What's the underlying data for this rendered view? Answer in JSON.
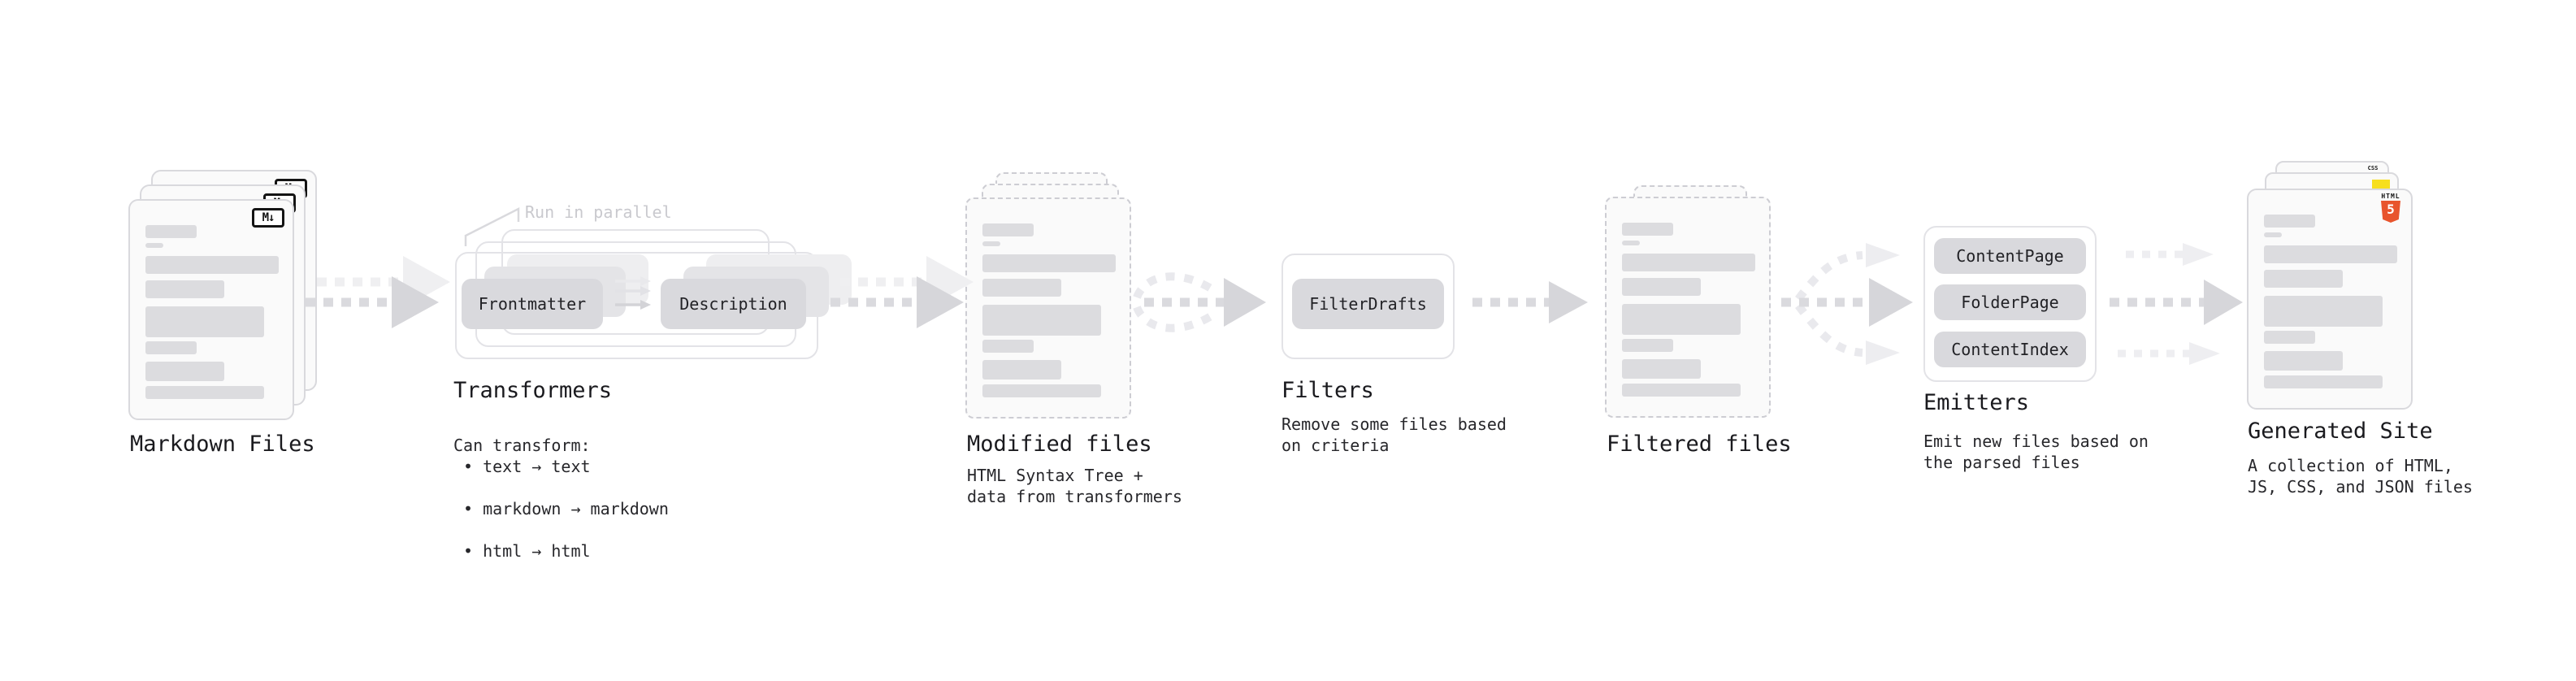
{
  "diagram": {
    "stages": {
      "markdown_files": {
        "label": "Markdown Files",
        "badge": "M↓"
      },
      "transformers": {
        "label": "Transformers",
        "annotation": "Run in parallel",
        "boxes": [
          "Frontmatter",
          "Description"
        ],
        "note_title": "Can transform:",
        "bullets": [
          "• text → text",
          "• markdown → markdown",
          "• html → html"
        ]
      },
      "modified_files": {
        "label": "Modified files",
        "note": "HTML Syntax Tree +\ndata from transformers"
      },
      "filters": {
        "label": "Filters",
        "boxes": [
          "FilterDrafts"
        ],
        "note": "Remove some files based\non criteria"
      },
      "filtered_files": {
        "label": "Filtered files"
      },
      "emitters": {
        "label": "Emitters",
        "boxes": [
          "ContentPage",
          "FolderPage",
          "ContentIndex"
        ],
        "note": "Emit new files based on\nthe parsed files"
      },
      "generated_site": {
        "label": "Generated Site",
        "note": "A collection of HTML,\nJS, CSS, and JSON files",
        "html5_badge_text": "HTML",
        "html5_badge_number": "5",
        "css_badge_text": "CSS"
      }
    },
    "colors": {
      "background": "#ffffff",
      "card_fill": "#fafafa",
      "card_border": "#d9d9dd",
      "dashed_border": "#cdcdd3",
      "skeleton_bar": "#dcdcdf",
      "box_fill": "#d9d9dd",
      "box_text": "#222226",
      "frame_border": "#e3e3e7",
      "arrow": "#d8d8dc",
      "arrow_ghost": "#efeff1",
      "annotation_text": "#c9c9ce",
      "label_text": "#1a1a1e",
      "html5_orange": "#e8542d",
      "js_yellow": "#f7df1e",
      "css_blue": "#2965f1",
      "markdown_badge_border": "#141414"
    }
  }
}
